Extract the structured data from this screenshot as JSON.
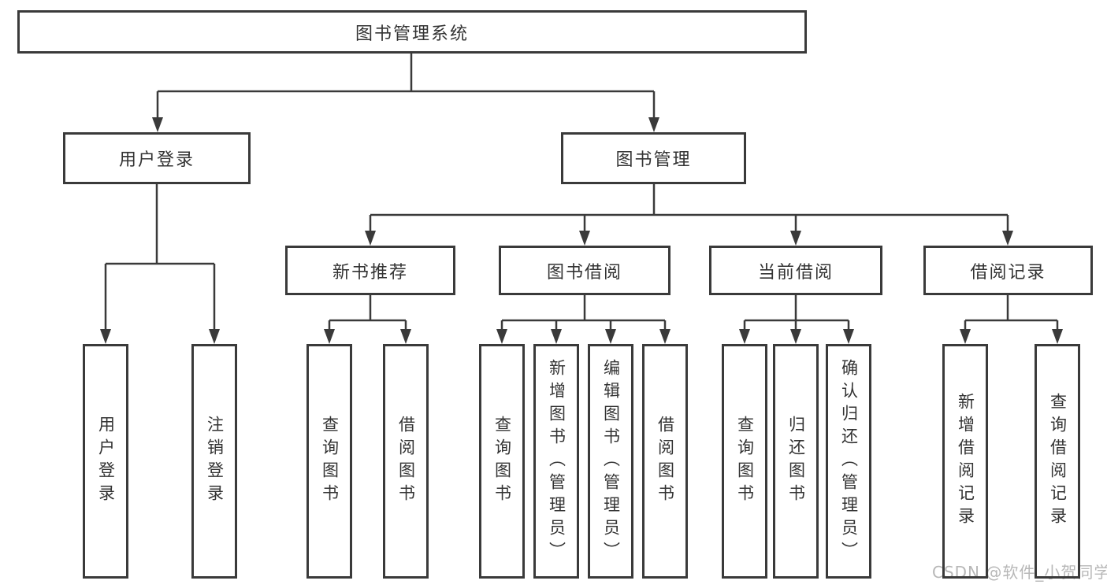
{
  "canvas": {
    "background": "#ffffff",
    "line_color": "#3a3a3a",
    "text_color": "#333333"
  },
  "tree": {
    "root": {
      "label": "图书管理系统"
    },
    "user": {
      "label": "用户登录",
      "children": [
        {
          "label": "用户登录"
        },
        {
          "label": "注销登录"
        }
      ]
    },
    "mgmt": {
      "label": "图书管理",
      "sections": [
        {
          "label": "新书推荐",
          "children": [
            {
              "label": "查询图书"
            },
            {
              "label": "借阅图书"
            }
          ]
        },
        {
          "label": "图书借阅",
          "children": [
            {
              "label": "查询图书"
            },
            {
              "label": "新增图书（管理员）"
            },
            {
              "label": "编辑图书（管理员）"
            },
            {
              "label": "借阅图书"
            }
          ]
        },
        {
          "label": "当前借阅",
          "children": [
            {
              "label": "查询图书"
            },
            {
              "label": "归还图书"
            },
            {
              "label": "确认归还（管理员）"
            }
          ]
        },
        {
          "label": "借阅记录",
          "children": [
            {
              "label": "新增借阅记录"
            },
            {
              "label": "查询借阅记录"
            }
          ]
        }
      ]
    }
  },
  "watermark": {
    "text": "CSDN @软件_小贺同学",
    "color": "#b7b7b7"
  }
}
